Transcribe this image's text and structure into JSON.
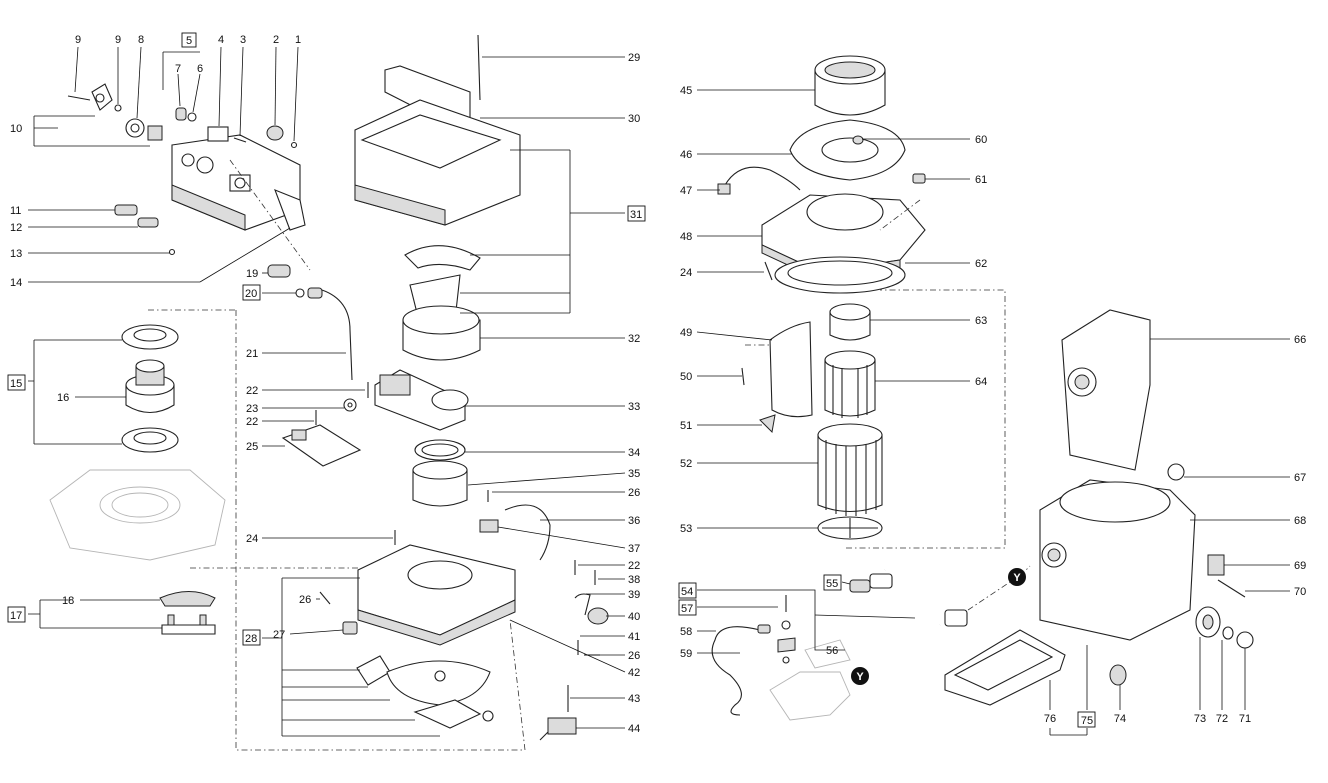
{
  "callouts": {
    "c1": "1",
    "c2": "2",
    "c3": "3",
    "c4": "4",
    "c5": "5",
    "c6": "6",
    "c7": "7",
    "c8": "8",
    "c9a": "9",
    "c9b": "9",
    "c10": "10",
    "c11": "11",
    "c12": "12",
    "c13": "13",
    "c14": "14",
    "c15": "15",
    "c16": "16",
    "c17": "17",
    "c18": "18",
    "c19": "19",
    "c20": "20",
    "c21": "21",
    "c22a": "22",
    "c22b": "22",
    "c22c": "22",
    "c23": "23",
    "c24a": "24",
    "c24b": "24",
    "c25": "25",
    "c26a": "26",
    "c26b": "26",
    "c26c": "26",
    "c27": "27",
    "c28": "28",
    "c29": "29",
    "c30": "30",
    "c31": "31",
    "c32": "32",
    "c33": "33",
    "c34": "34",
    "c35": "35",
    "c36": "36",
    "c37": "37",
    "c38": "38",
    "c39": "39",
    "c40": "40",
    "c41": "41",
    "c42": "42",
    "c43": "43",
    "c44": "44",
    "c45": "45",
    "c46": "46",
    "c47": "47",
    "c48": "48",
    "c49": "49",
    "c50": "50",
    "c51": "51",
    "c52": "52",
    "c53": "53",
    "c54": "54",
    "c55": "55",
    "c56": "56",
    "c57": "57",
    "c58": "58",
    "c59": "59",
    "c60": "60",
    "c61": "61",
    "c62": "62",
    "c63": "63",
    "c64": "64",
    "c66": "66",
    "c67": "67",
    "c68": "68",
    "c69": "69",
    "c70": "70",
    "c71": "71",
    "c72": "72",
    "c73": "73",
    "c74": "74",
    "c75": "75",
    "c76": "76"
  },
  "markers": {
    "y1": "Y",
    "y2": "Y"
  }
}
